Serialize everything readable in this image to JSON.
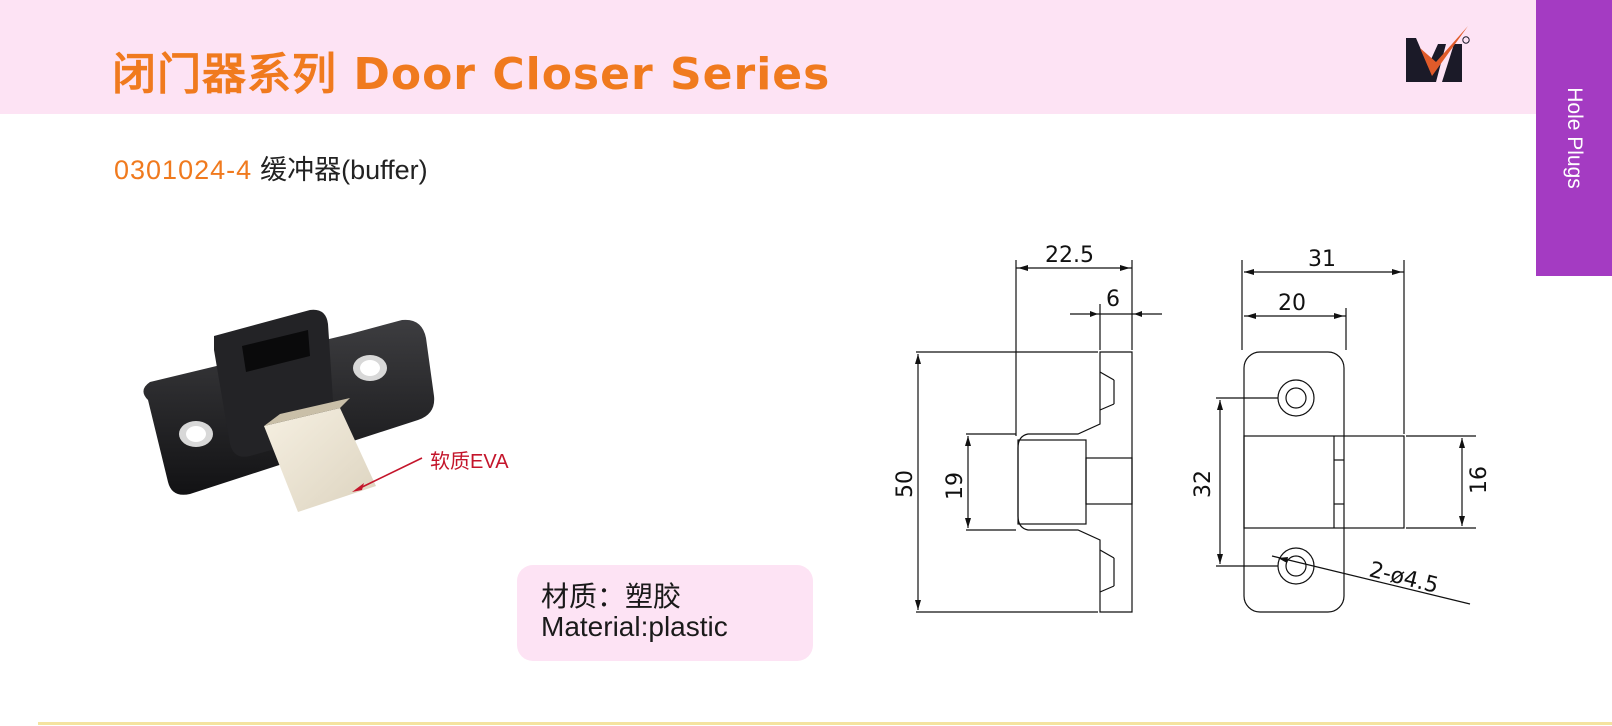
{
  "header": {
    "title": "闭门器系列  Door Closer Series",
    "logo_icon": "mm-logo-icon",
    "brand_color": "#f07a1e",
    "band_color": "#fde3f4"
  },
  "side_tab": {
    "label": "Hole Plugs",
    "color": "#a43bc2"
  },
  "product": {
    "code": "0301024-4",
    "name": "缓冲器(buffer)"
  },
  "photo": {
    "callout": "软质EVA"
  },
  "material": {
    "line1": "材质：塑胶",
    "line2": "Material:plastic"
  },
  "drawing": {
    "dims": {
      "d22_5": "22.5",
      "d6": "6",
      "d31": "31",
      "d20": "20",
      "d50": "50",
      "d19": "19",
      "d32": "32",
      "d16": "16",
      "hole": "2-ø4.5"
    }
  }
}
